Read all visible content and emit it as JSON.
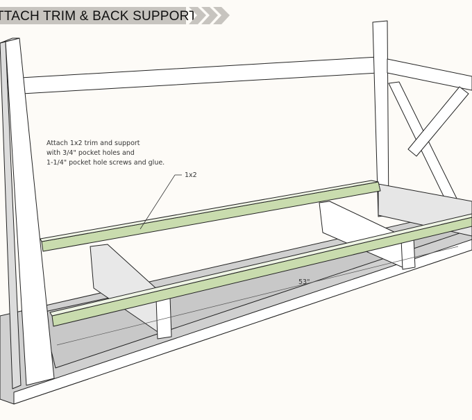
{
  "header": {
    "title": "TTACH TRIM & BACK SUPPORT"
  },
  "annotations": {
    "instructions": [
      "Attach 1x2 trim and support",
      "with 3/4\" pocket holes and",
      "1-1/4\" pocket hole screws and glue."
    ],
    "callout_label": "1x2",
    "dimension_label": "53\""
  },
  "colors": {
    "trim": "#c9dcae",
    "board": "#ffffff",
    "shade": "#d4d4d4",
    "banner": "#c7c4bf"
  }
}
